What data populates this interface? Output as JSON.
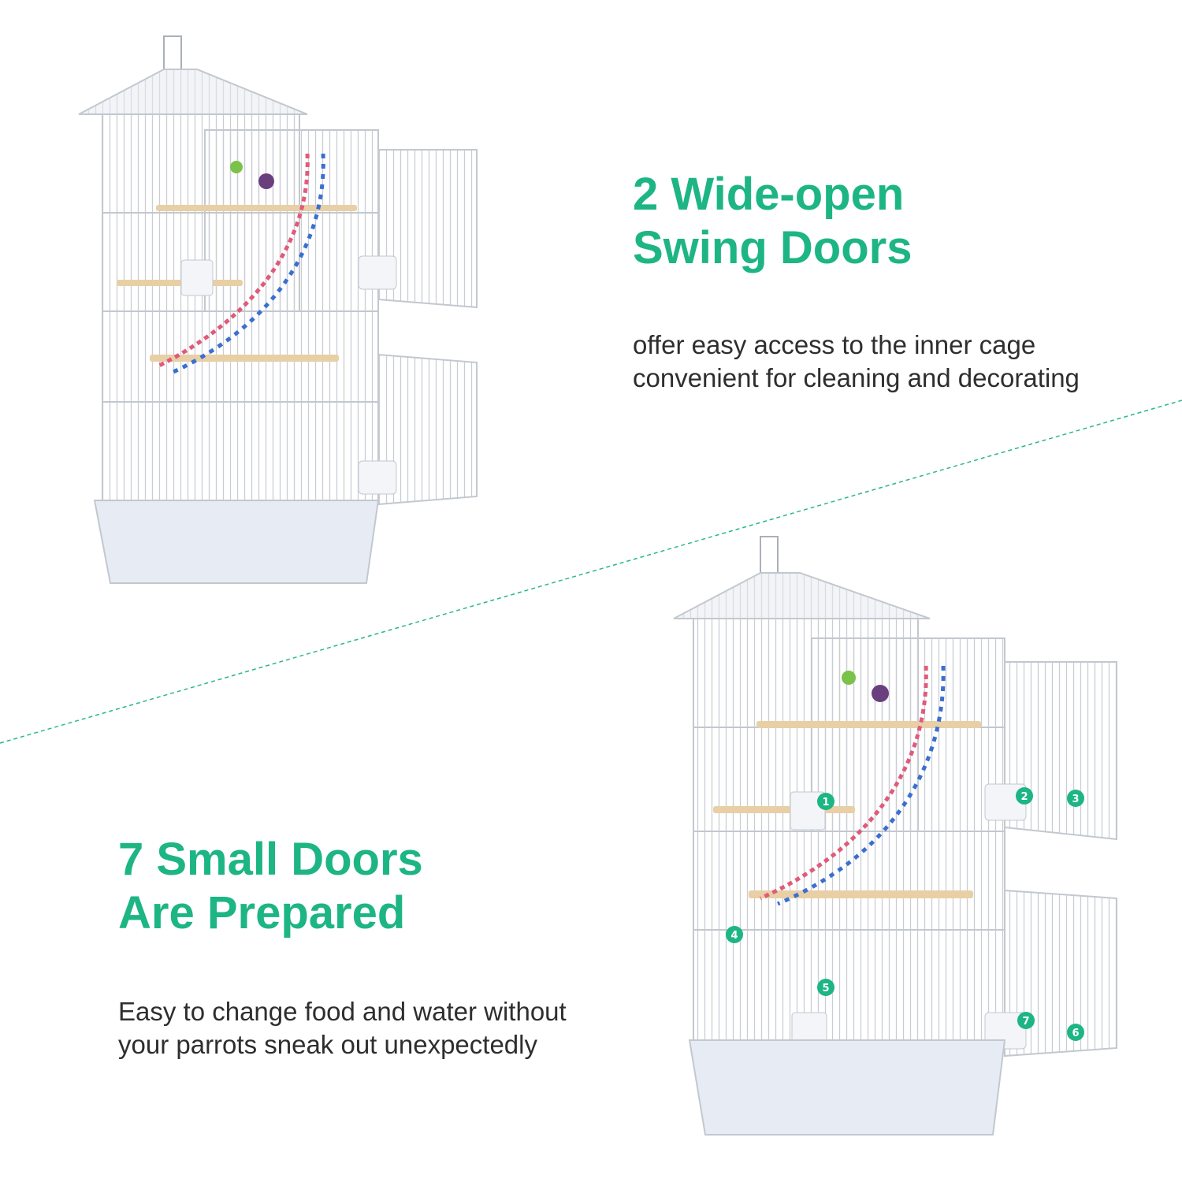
{
  "section_top": {
    "headline": [
      "2 Wide-open",
      "Swing Doors"
    ],
    "description": [
      "offer easy access to the inner cage",
      "convenient for cleaning and decorating"
    ]
  },
  "section_bottom": {
    "headline": [
      "7 Small Doors",
      "Are Prepared"
    ],
    "description": [
      "Easy to change food and water without",
      "your parrots sneak out unexpectedly"
    ]
  },
  "door_markers": [
    "1",
    "2",
    "3",
    "4",
    "5",
    "6",
    "7"
  ],
  "colors": {
    "accent": "#1db584",
    "text": "#2e2e2e",
    "cage_wire": "#c9cdd4",
    "wood": "#e8cfa5",
    "tray": "#e7ebf3"
  }
}
